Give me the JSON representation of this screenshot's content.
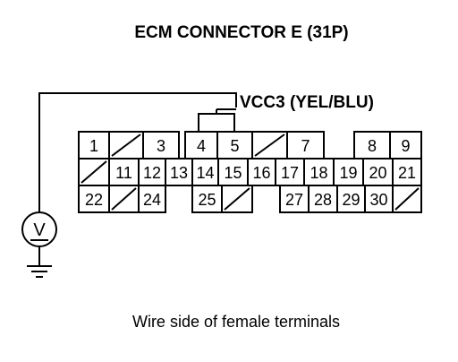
{
  "title": "ECM CONNECTOR E (31P)",
  "wire_label": "VCC3 (YEL/BLU)",
  "meter_symbol": "V",
  "caption": "Wire side of female terminals",
  "connector": {
    "rows": [
      [
        "1",
        "/",
        "3",
        "4",
        "5",
        "/",
        "7",
        "",
        "8",
        "9"
      ],
      [
        "/",
        "11",
        "12",
        "13",
        "14",
        "15",
        "16",
        "17",
        "18",
        "19",
        "20",
        "21"
      ],
      [
        "22",
        "/",
        "24",
        "",
        "25",
        "/",
        "",
        "27",
        "28",
        "29",
        "30",
        "/"
      ]
    ],
    "probed_terminals": [
      "4",
      "5"
    ]
  },
  "icons": {
    "voltmeter": "voltmeter-icon",
    "ground": "ground-icon"
  }
}
